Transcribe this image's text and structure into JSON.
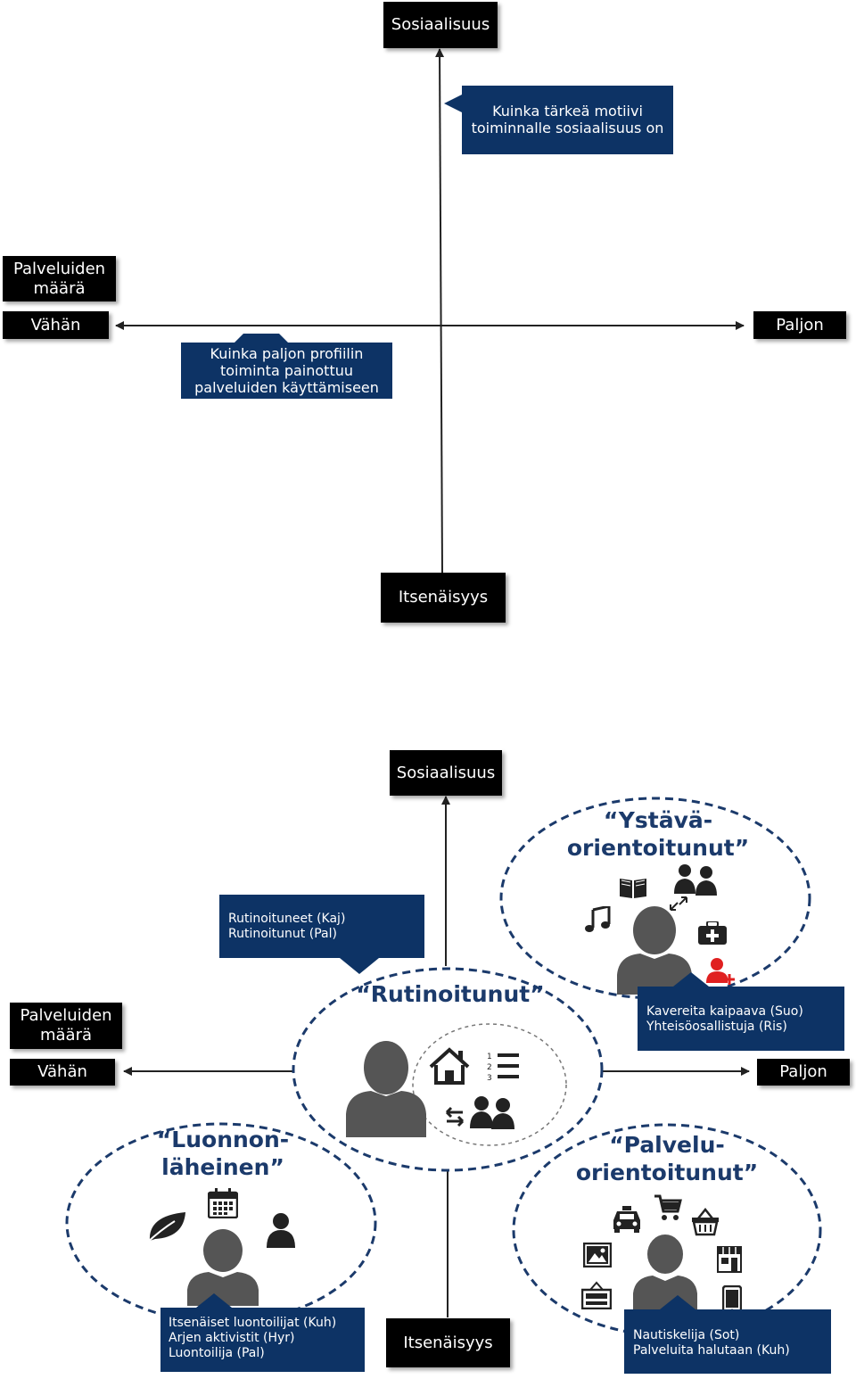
{
  "top": {
    "axis_top": "Sosiaalisuus",
    "axis_bottom": "Itsenäisyys",
    "axis_left": "Vähän",
    "axis_right": "Paljon",
    "axis_left_title": "Palveluiden\nmäärä",
    "callout_vertical": "Kuinka tärkeä motiivi\ntoiminnalle sosiaalisuus on",
    "callout_horizontal": "Kuinka paljon profiilin\ntoiminta painottuu\npalveluiden käyttämiseen"
  },
  "bottom": {
    "axis_top": "Sosiaalisuus",
    "axis_bottom": "Itsenäisyys",
    "axis_left": "Vähän",
    "axis_right": "Paljon",
    "axis_left_title": "Palveluiden\nmäärä",
    "profiles": [
      {
        "title": "“Rutinoitunut”",
        "callout": "Rutinoituneet (Kaj)\nRutinoitunut (Pal)"
      },
      {
        "title": "“Ystävä-\norientoitunut”",
        "callout": "Kavereita kaipaava (Suo)\nYhteisöosallistuja (Ris)"
      },
      {
        "title": "“Luonnon-\nläheinen”",
        "callout": "Itsenäiset luontoilijat (Kuh)\nArjen aktivistit (Hyr)\nLuontoilija (Pal)"
      },
      {
        "title": "“Palvelu-\norientoitunut”",
        "callout": "Nautiskelija (Sot)\nPalveluita  halutaan (Kuh)"
      }
    ]
  },
  "colors": {
    "navy": "#0d3365",
    "dash": "#1b3a6b",
    "person": "#555555",
    "accent_red": "#e02020"
  }
}
